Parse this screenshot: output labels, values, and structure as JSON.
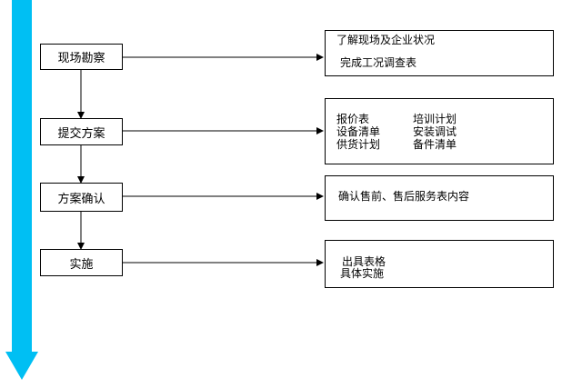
{
  "colors": {
    "arrow": "#00bff3",
    "line": "#000000"
  },
  "steps": [
    {
      "label": "现场勘察"
    },
    {
      "label": "提交方案"
    },
    {
      "label": "方案确认"
    },
    {
      "label": "实施"
    }
  ],
  "details": [
    {
      "lines": [
        "了解现场及企业状况",
        "完成工况调查表"
      ]
    },
    {
      "col1": [
        "报价表",
        "设备清单",
        "供货计划"
      ],
      "col2": [
        "培训计划",
        "安装调试",
        "备件清单"
      ]
    },
    {
      "lines": [
        "确认售前、售后服务表内容"
      ]
    },
    {
      "lines": [
        "出具表格",
        "具体实施"
      ]
    }
  ]
}
